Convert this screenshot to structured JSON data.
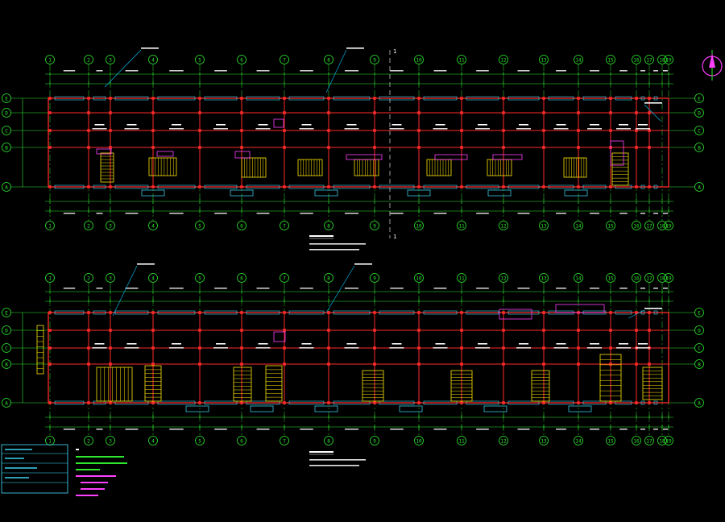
{
  "drawing": {
    "background": "#000000",
    "colors": {
      "wall": "#ff2a2a",
      "grid": "#2ee82e",
      "dimension": "#2ee82e",
      "text": "#ffffff",
      "stair": "#ffe600",
      "furniture": "#ff40ff",
      "window": "#40e0ff",
      "callout": "#00c8ff"
    },
    "plans": [
      {
        "id": "upper-plan",
        "top_grid_labels": [
          "1",
          "2",
          "3",
          "4",
          "5",
          "6",
          "7",
          "8",
          "9",
          "10",
          "11",
          "12",
          "13",
          "14",
          "15",
          "16",
          "17",
          "18",
          "19"
        ],
        "side_labels_left": [
          "E",
          "D",
          "C",
          "B",
          "A"
        ],
        "side_labels_right": [
          "E",
          "D",
          "C",
          "B",
          "A"
        ],
        "title": "",
        "notes": [
          "",
          ""
        ]
      },
      {
        "id": "lower-plan",
        "top_grid_labels": [
          "1",
          "2",
          "3",
          "4",
          "5",
          "6",
          "7",
          "8",
          "9",
          "10",
          "11",
          "12",
          "13",
          "14",
          "15",
          "16",
          "17",
          "18",
          "19"
        ],
        "side_labels_left": [
          "E",
          "D",
          "C",
          "B",
          "A"
        ],
        "side_labels_right": [
          "E",
          "D",
          "C",
          "B",
          "A"
        ],
        "title": "",
        "notes": [
          "",
          ""
        ]
      }
    ],
    "section_marker": "1",
    "north_arrow_icon": "north-arrow-icon"
  }
}
